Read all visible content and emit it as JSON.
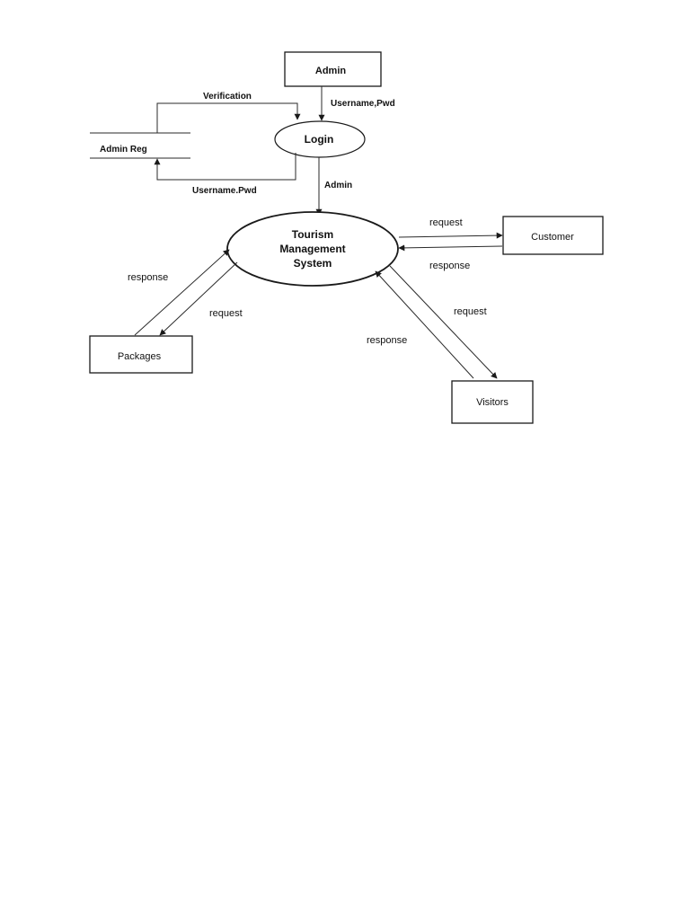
{
  "diagram": {
    "entities": {
      "admin": "Admin",
      "customer": "Customer",
      "packages": "Packages",
      "visitors": "Visitors"
    },
    "processes": {
      "login": "Login",
      "system_line1": "Tourism",
      "system_line2": "Management",
      "system_line3": "System"
    },
    "data_store": {
      "admin_reg": "Admin Reg"
    },
    "flows": {
      "admin_to_login": "Username,Pwd",
      "store_to_login": "Verification",
      "login_to_store": "Username.Pwd",
      "login_to_system": "Admin",
      "system_to_customer": "request",
      "customer_to_system": "response",
      "packages_to_system": "response",
      "system_to_packages": "request",
      "system_to_visitors": "request",
      "visitors_to_system": "response"
    }
  }
}
